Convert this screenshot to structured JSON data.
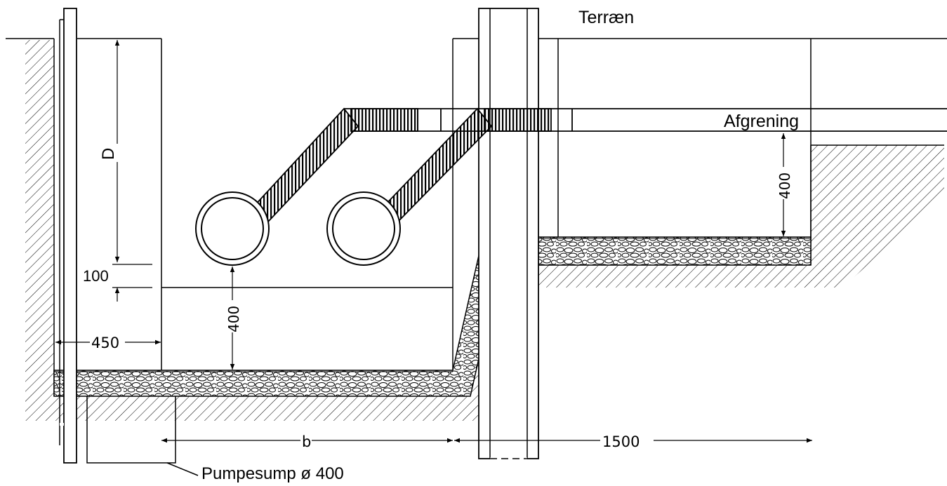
{
  "labels": {
    "terrain": "Terræn",
    "branch": "Afgrening",
    "sump": "Pumpesump ø 400"
  },
  "dimensions": {
    "depth": "D",
    "d100": "100",
    "d400_left": "400",
    "d400_right": "400",
    "d450": "450",
    "width_b": "b",
    "d1500": "1500"
  },
  "colors": {
    "line": "#000000",
    "background": "#ffffff"
  }
}
